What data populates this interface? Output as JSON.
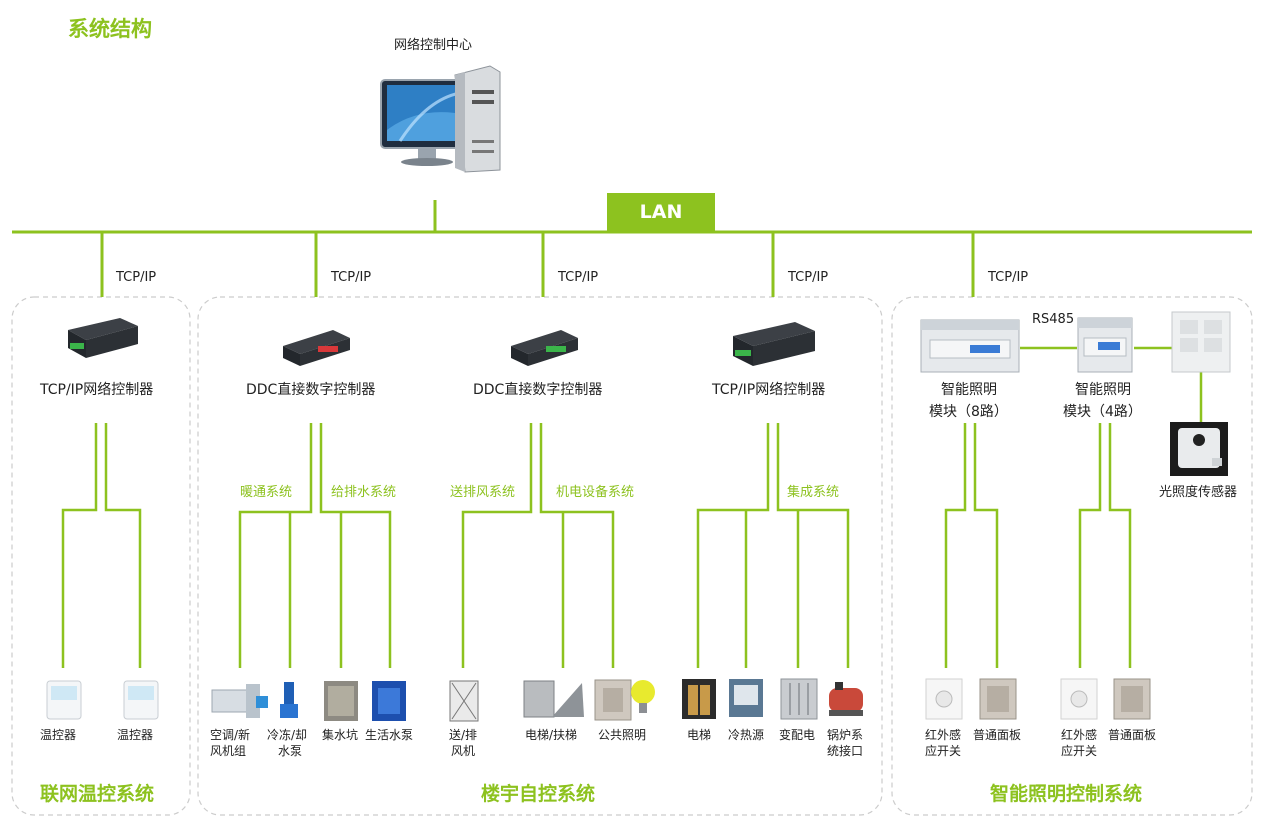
{
  "header": {
    "title": "系统结构"
  },
  "center": {
    "label": "网络控制中心"
  },
  "lan": {
    "label": "LAN"
  },
  "protocol": {
    "tcpip": "TCP/IP",
    "rs485": "RS485"
  },
  "groups": {
    "thermo": "联网温控系统",
    "bas": "楼宇自控系统",
    "lighting": "智能照明控制系统"
  },
  "controllers": {
    "c1": "TCP/IP网络控制器",
    "c2": "DDC直接数字控制器",
    "c3": "DDC直接数字控制器",
    "c4": "TCP/IP网络控制器",
    "m8_line1": "智能照明",
    "m8_line2": "模块（8路）",
    "m4_line1": "智能照明",
    "m4_line2": "模块（4路）"
  },
  "subsystems": {
    "hvac": "暖通系统",
    "water": "给排水系统",
    "vent": "送排风系统",
    "mech": "机电设备系统",
    "integ": "集成系统"
  },
  "devices": {
    "thermo1": "温控器",
    "thermo2": "温控器",
    "ahu1": "空调/新",
    "ahu2": "风机组",
    "pump1": "冷冻/却",
    "pump2": "水泵",
    "sump": "集水坑",
    "domestic": "生活水泵",
    "fan1": "送/排",
    "fan2": "风机",
    "elev_esc": "电梯/扶梯",
    "lighting": "公共照明",
    "elev": "电梯",
    "heat": "冷热源",
    "power": "变配电",
    "boiler1": "锅炉系",
    "boiler2": "统接口",
    "ir8_1": "红外感",
    "ir8_2": "应开关",
    "panel8": "普通面板",
    "ir4_1": "红外感",
    "ir4_2": "应开关",
    "panel4": "普通面板",
    "lux": "光照度传感器"
  },
  "colors": {
    "accent": "#8dc21f",
    "dash": "#cccccc",
    "text": "#222222"
  }
}
